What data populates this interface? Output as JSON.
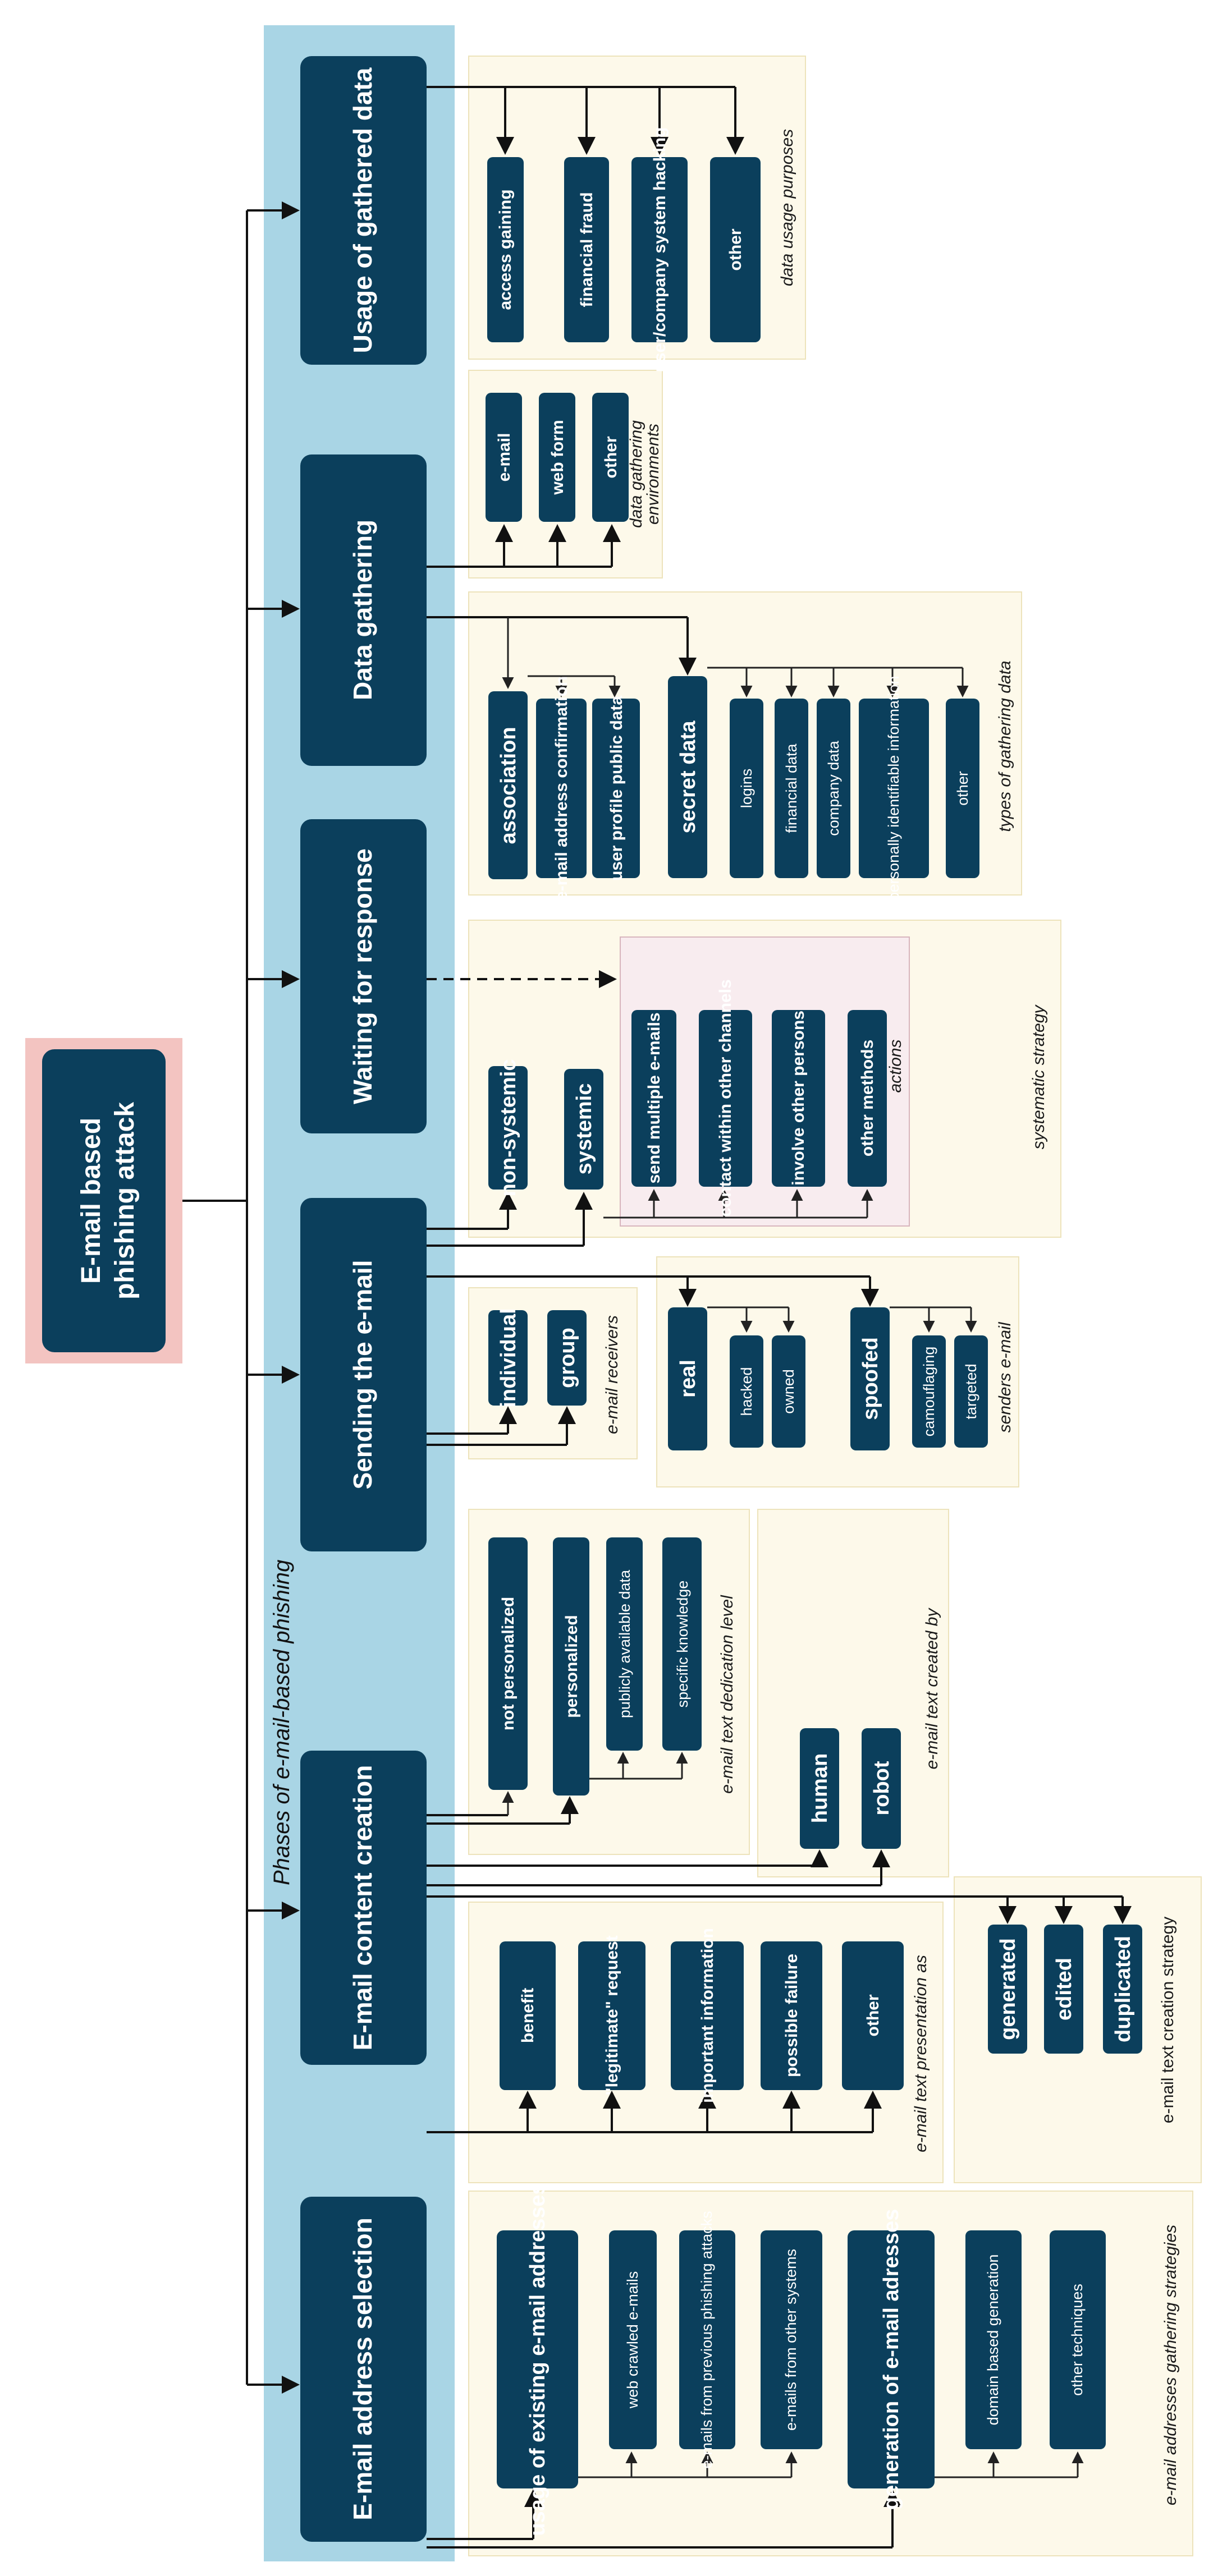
{
  "band_title": "Phases of e-mail-based phishing",
  "root": {
    "line1": "E-mail based",
    "line2": "phishing attack"
  },
  "phases": {
    "usage": "Usage of gathered data",
    "gathering": "Data gathering",
    "waiting": "Waiting for response",
    "sending": "Sending the e-mail",
    "content": "E-mail content creation",
    "address": "E-mail address selection"
  },
  "usage_group": {
    "caption": "data usage purposes",
    "items": [
      "access gaining",
      "financial fraud",
      "user/company system hacking",
      "other"
    ]
  },
  "environments": {
    "caption_line1": "data gathering",
    "caption_line2": "environments",
    "items": [
      "e-mail",
      "web form",
      "other"
    ]
  },
  "gathering_types": {
    "caption": "types of gathering data",
    "association": "association",
    "association_items": [
      "e-mail address confirmation",
      "user profile public data"
    ],
    "secret": "secret data",
    "secret_items": [
      "logins",
      "financial data",
      "company data",
      "personally identifiable information",
      "other"
    ]
  },
  "strategy": {
    "caption": "systematic strategy",
    "non_systemic": "non-systemic",
    "systemic": "systemic",
    "actions_caption": "actions",
    "actions": [
      "send multiple e-mails",
      "contact within other channels",
      "involve other persons",
      "other methods"
    ]
  },
  "receivers": {
    "caption": "e-mail receivers",
    "items": [
      "individual",
      "group"
    ]
  },
  "senders": {
    "caption": "senders e-mail",
    "real": "real",
    "real_items": [
      "hacked",
      "owned"
    ],
    "spoofed": "spoofed",
    "spoofed_items": [
      "camouflaging",
      "targeted"
    ]
  },
  "dedication": {
    "caption": "e-mail text dedication level",
    "not_personalized": "not personalized",
    "personalized": "personalized",
    "personalized_items": [
      "publicly available data",
      "specific knowledge"
    ]
  },
  "created_by": {
    "caption": "e-mail text  created by",
    "items": [
      "human",
      "robot"
    ]
  },
  "presentation": {
    "caption": "e-mail text  presentation as",
    "items": [
      "benefit",
      "\"legitimate\" request",
      "important information",
      "possible failure",
      "other"
    ]
  },
  "creation_strategy": {
    "caption": "e-mail text  creation strategy",
    "items": [
      "generated",
      "edited",
      "duplicated"
    ]
  },
  "address_strategies": {
    "caption": "e-mail addresses gathering strategies",
    "existing": "usage of existing e-mail addresses",
    "existing_items": [
      "web crawled e-mails",
      "e-mails from previous phishing attacks",
      "e-mails from other systems"
    ],
    "generation": "generation of e-mail adresses",
    "generation_items": [
      "domain based generation",
      "other techniques"
    ]
  },
  "colors": {
    "box": "#0b3f5c",
    "band": "#a9d5e5",
    "group_bg": "#fdf9ea",
    "group_border": "#ede3bb",
    "actions_bg": "#f8ecef",
    "root_bg": "#f3c4c1"
  }
}
